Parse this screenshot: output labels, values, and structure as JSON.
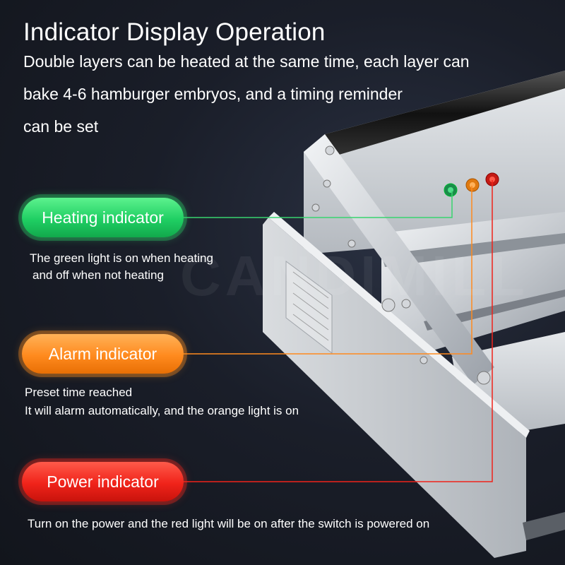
{
  "title": "Indicator Display Operation",
  "description": {
    "line1": "Double layers can be heated at the same time, each layer can",
    "line2": "bake 4-6 hamburger embryos, and a timing reminder",
    "line3": "can be set"
  },
  "watermark": "CANDIMILL",
  "indicators": {
    "heating": {
      "label": "Heating indicator",
      "note_line1": "The green light is on when heating",
      "note_line2": "and off when not heating",
      "color": "#22d066"
    },
    "alarm": {
      "label": "Alarm indicator",
      "note_line1": "Preset time reached",
      "note_line2": "It will alarm automatically, and the orange light is on",
      "color": "#ff8a1e"
    },
    "power": {
      "label": "Power indicator",
      "note_line1": "Turn on the power and the red light will be on after the switch is powered on",
      "color": "#f0231a"
    }
  }
}
